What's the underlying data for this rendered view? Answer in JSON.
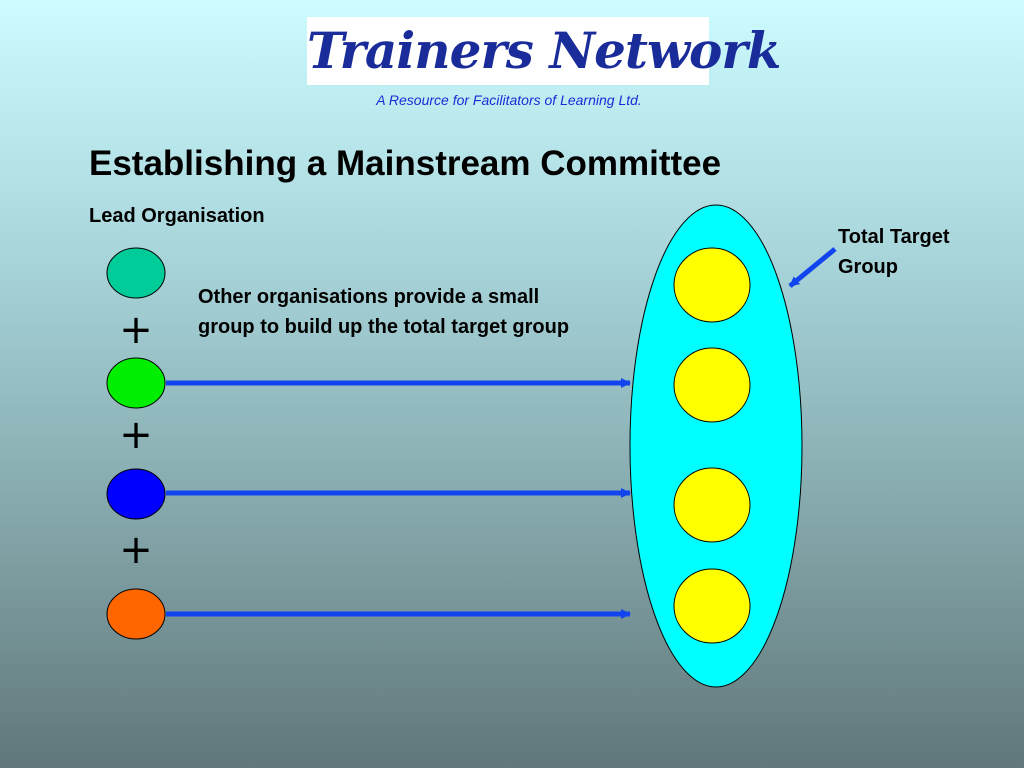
{
  "logo": {
    "text": "Trainers Network"
  },
  "tagline": "A Resource for Facilitators of Learning Ltd.",
  "slide": {
    "title": "Establishing a Mainstream Committee",
    "lead_label": "Lead Organisation",
    "description": "Other organisations provide a small group to build up the total target group",
    "target_label": "Total Target Group"
  },
  "diagram": {
    "organisations": [
      {
        "color": "#00cc99"
      },
      {
        "color": "#00ee00"
      },
      {
        "color": "#0000ff"
      },
      {
        "color": "#ff6600"
      }
    ],
    "plus_sign": "+",
    "target_container_color": "#00ffff",
    "group_circle_color": "#ffff00",
    "arrow_color": "#1144ee"
  }
}
